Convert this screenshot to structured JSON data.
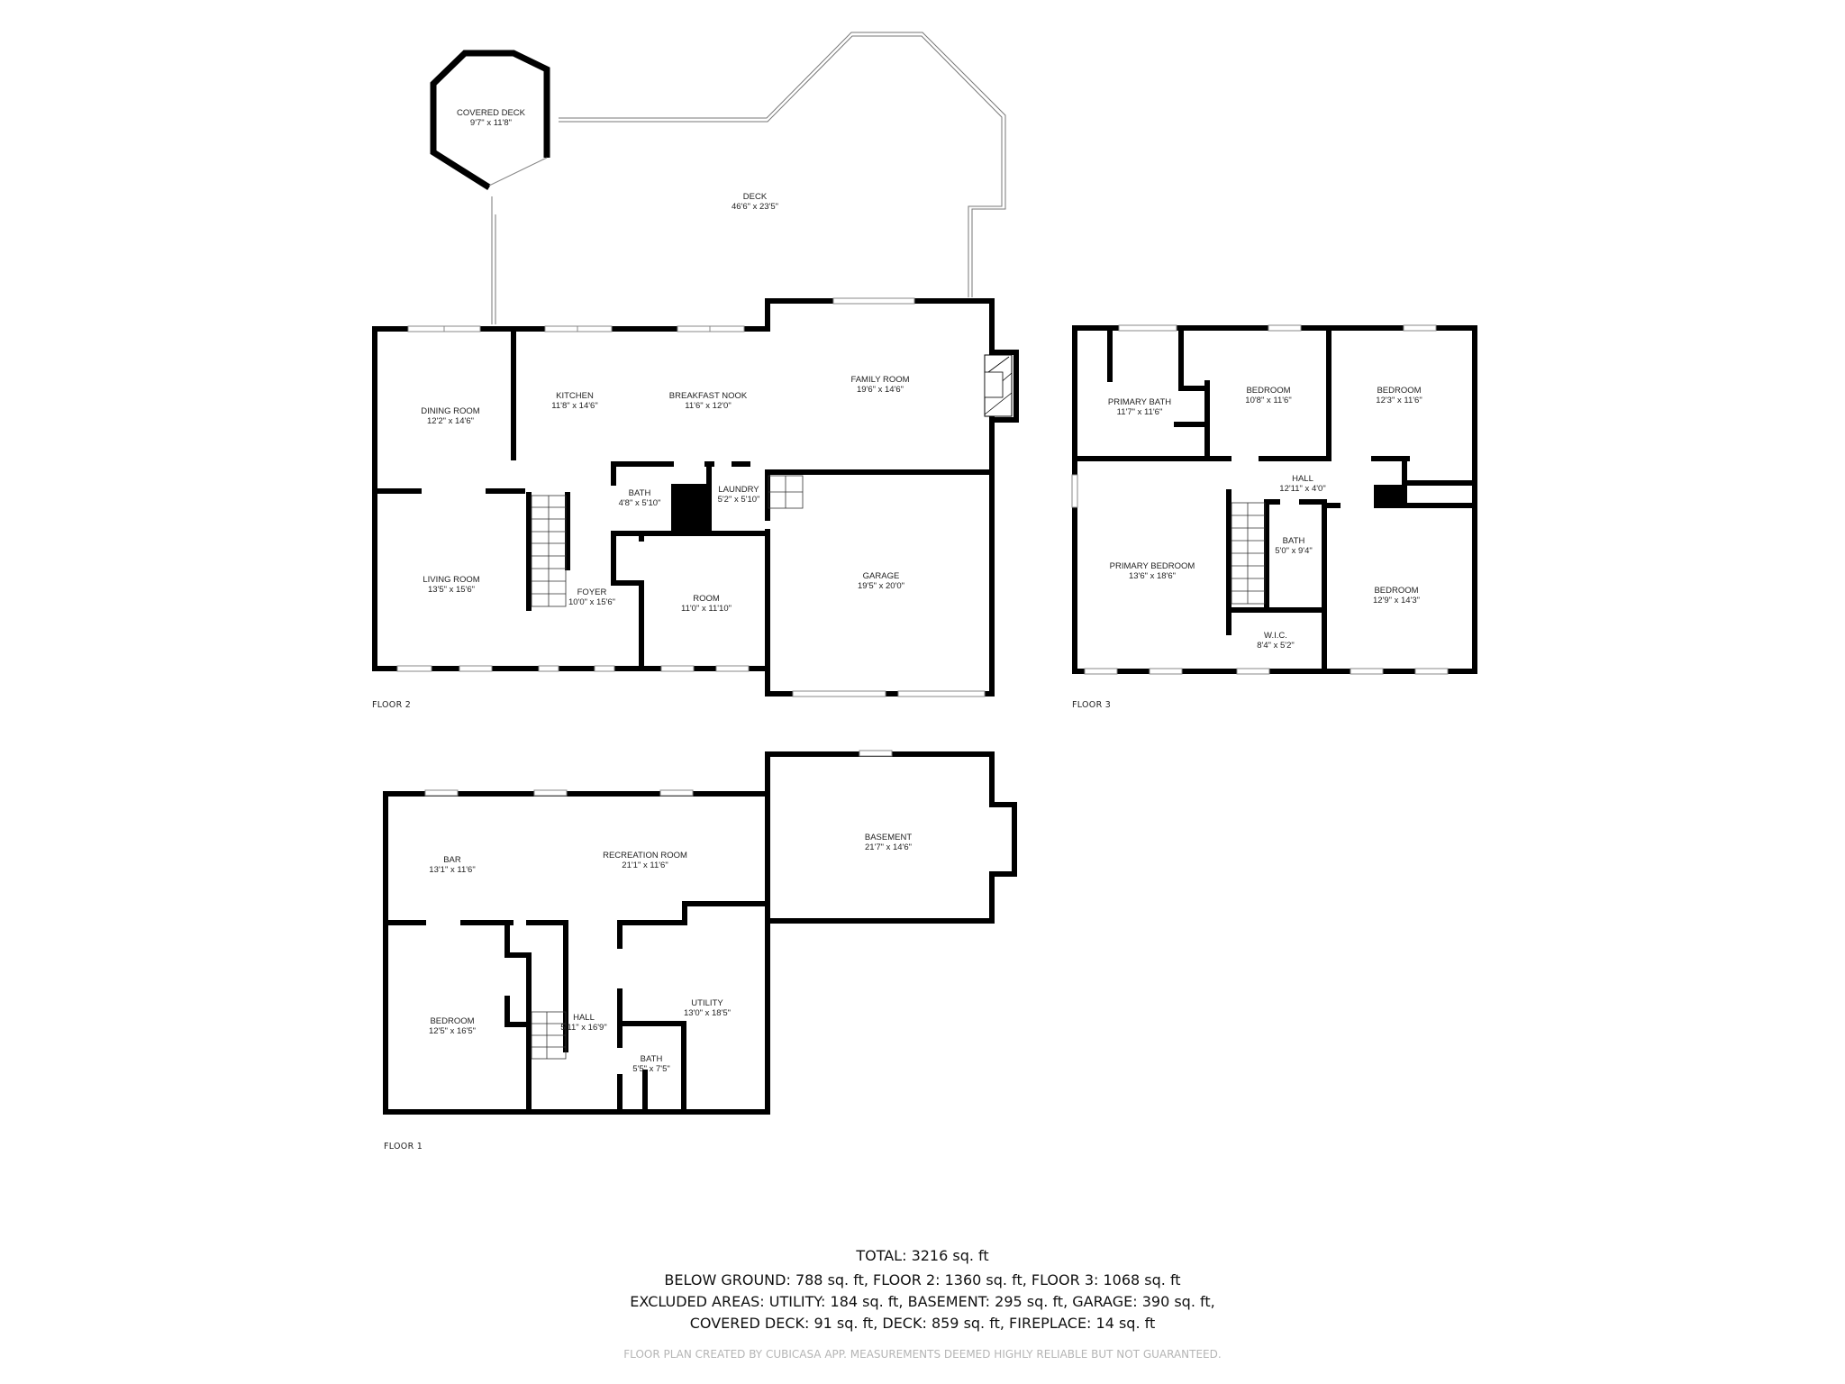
{
  "floors": {
    "floor2": {
      "label": "FLOOR 2",
      "rooms": {
        "covered_deck": {
          "name": "COVERED DECK",
          "dim": "9'7\" x 11'8\""
        },
        "deck": {
          "name": "DECK",
          "dim": "46'6\" x 23'5\""
        },
        "dining_room": {
          "name": "DINING ROOM",
          "dim": "12'2\" x 14'6\""
        },
        "kitchen": {
          "name": "KITCHEN",
          "dim": "11'8\" x 14'6\""
        },
        "breakfast_nook": {
          "name": "BREAKFAST NOOK",
          "dim": "11'6\" x 12'0\""
        },
        "family_room": {
          "name": "FAMILY ROOM",
          "dim": "19'6\" x 14'6\""
        },
        "living_room": {
          "name": "LIVING ROOM",
          "dim": "13'5\" x 15'6\""
        },
        "foyer": {
          "name": "FOYER",
          "dim": "10'0\" x 15'6\""
        },
        "bath": {
          "name": "BATH",
          "dim": "4'8\" x 5'10\""
        },
        "laundry": {
          "name": "LAUNDRY",
          "dim": "5'2\" x 5'10\""
        },
        "room": {
          "name": "ROOM",
          "dim": "11'0\" x 11'10\""
        },
        "garage": {
          "name": "GARAGE",
          "dim": "19'5\" x 20'0\""
        }
      }
    },
    "floor3": {
      "label": "FLOOR 3",
      "rooms": {
        "primary_bath": {
          "name": "PRIMARY BATH",
          "dim": "11'7\" x 11'6\""
        },
        "bedroom_a": {
          "name": "BEDROOM",
          "dim": "10'8\" x 11'6\""
        },
        "bedroom_b": {
          "name": "BEDROOM",
          "dim": "12'3\" x 11'6\""
        },
        "hall": {
          "name": "HALL",
          "dim": "12'11\" x 4'0\""
        },
        "primary_bedroom": {
          "name": "PRIMARY BEDROOM",
          "dim": "13'6\" x 18'6\""
        },
        "bath": {
          "name": "BATH",
          "dim": "5'0\" x 9'4\""
        },
        "bedroom_c": {
          "name": "BEDROOM",
          "dim": "12'9\" x 14'3\""
        },
        "wic": {
          "name": "W.I.C.",
          "dim": "8'4\" x 5'2\""
        }
      }
    },
    "floor1": {
      "label": "FLOOR 1",
      "rooms": {
        "bar": {
          "name": "BAR",
          "dim": "13'1\" x 11'6\""
        },
        "recreation_room": {
          "name": "RECREATION ROOM",
          "dim": "21'1\" x 11'6\""
        },
        "basement": {
          "name": "BASEMENT",
          "dim": "21'7\" x 14'6\""
        },
        "bedroom": {
          "name": "BEDROOM",
          "dim": "12'5\" x 16'5\""
        },
        "hall": {
          "name": "HALL",
          "dim": "5'11\" x 16'9\""
        },
        "utility": {
          "name": "UTILITY",
          "dim": "13'0\" x 18'5\""
        },
        "bath": {
          "name": "BATH",
          "dim": "5'5\" x 7'5\""
        }
      }
    }
  },
  "summary": {
    "total": "TOTAL: 3216 sq. ft",
    "line1": "BELOW GROUND: 788 sq. ft, FLOOR 2: 1360 sq. ft, FLOOR 3: 1068 sq. ft",
    "line2": "EXCLUDED AREAS: UTILITY: 184 sq. ft, BASEMENT: 295 sq. ft, GARAGE: 390 sq. ft,",
    "line3": "COVERED DECK: 91 sq. ft, DECK: 859 sq. ft, FIREPLACE: 14 sq. ft"
  },
  "disclaimer": "FLOOR PLAN CREATED BY CUBICASA APP. MEASUREMENTS DEEMED HIGHLY RELIABLE BUT NOT GUARANTEED.",
  "colors": {
    "wall": "#000000",
    "window": "#ffffff",
    "window_stroke": "#888888",
    "railing": "#777777",
    "disclaimer": "#b5b5b5"
  }
}
